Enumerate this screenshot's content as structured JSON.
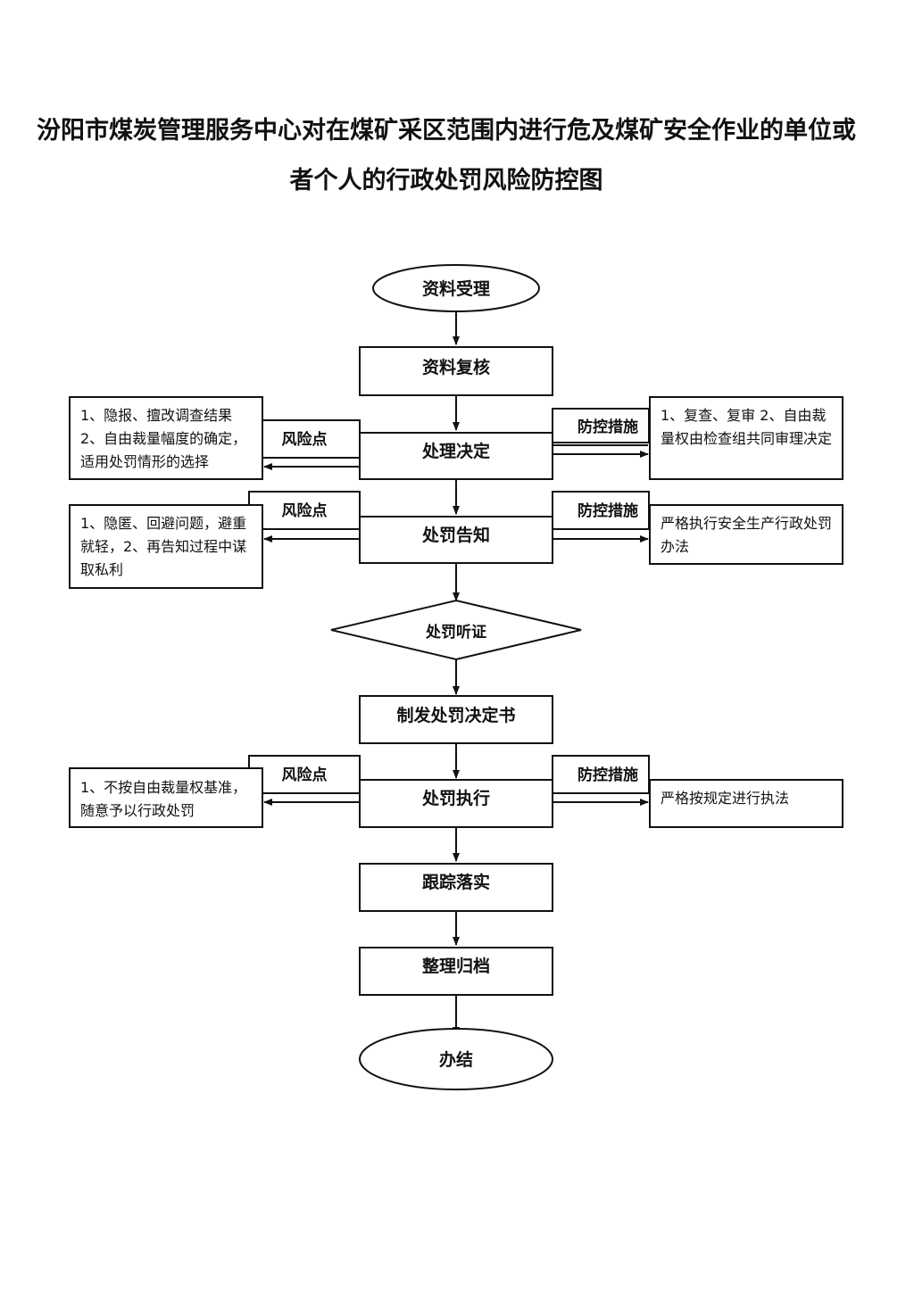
{
  "title": {
    "line1": "汾阳市煤炭管理服务中心对在煤矿采区范围内进行危及煤矿安全作业的单位或",
    "line2": "者个人的行政处罚风险防控图"
  },
  "steps": {
    "receive": "资料受理",
    "review": "资料复核",
    "decide": "处理决定",
    "notify": "处罚告知",
    "hearing": "处罚听证",
    "issue": "制发处罚决定书",
    "execute": "处罚执行",
    "follow": "跟踪落实",
    "archive": "整理归档",
    "finish": "办结"
  },
  "labels": {
    "risk": "风险点",
    "control": "防控措施"
  },
  "risks": {
    "decide": "1、隐报、擅改调查结果2、自由裁量幅度的确定，适用处罚情形的选择",
    "notify": "1、隐匿、回避问题，避重就轻，2、再告知过程中谋取私利",
    "execute": "1、不按自由裁量权基准，随意予以行政处罚"
  },
  "controls": {
    "decide": "1、复查、复审 2、自由裁量权由检查组共同审理决定",
    "notify": "严格执行安全生产行政处罚办法",
    "execute": "严格按规定进行执法"
  }
}
